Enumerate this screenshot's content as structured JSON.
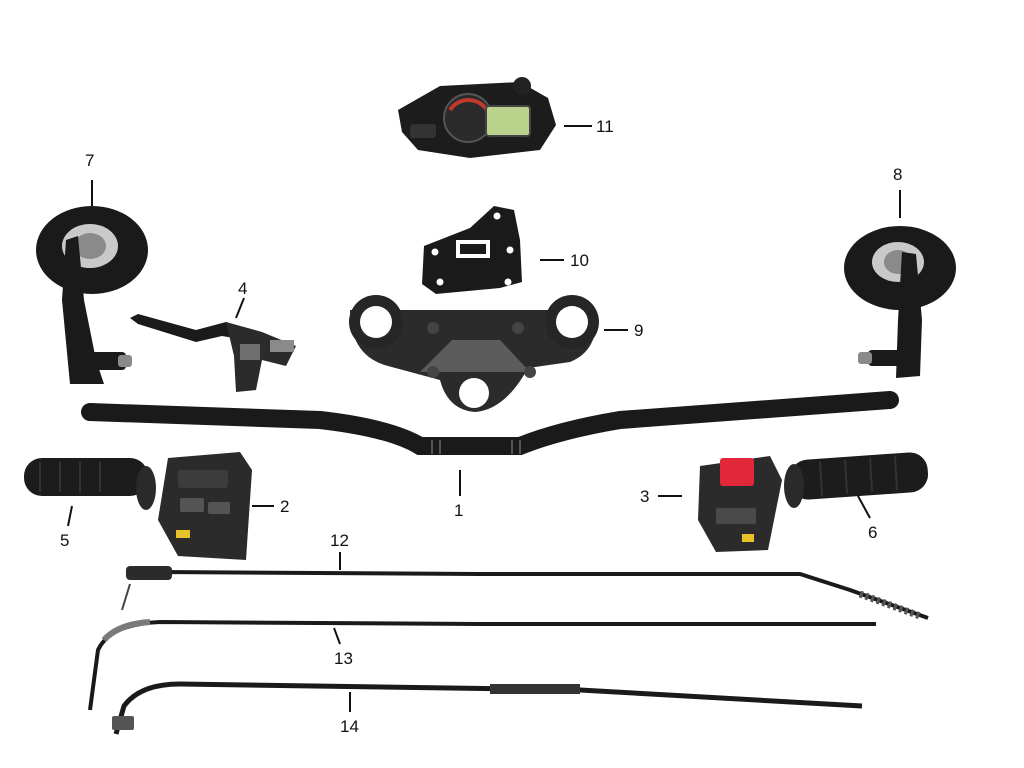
{
  "diagram": {
    "callouts": [
      {
        "id": "1",
        "label": "1"
      },
      {
        "id": "2",
        "label": "2"
      },
      {
        "id": "3",
        "label": "3"
      },
      {
        "id": "4",
        "label": "4"
      },
      {
        "id": "5",
        "label": "5"
      },
      {
        "id": "6",
        "label": "6"
      },
      {
        "id": "7",
        "label": "7"
      },
      {
        "id": "8",
        "label": "8"
      },
      {
        "id": "9",
        "label": "9"
      },
      {
        "id": "10",
        "label": "10"
      },
      {
        "id": "11",
        "label": "11"
      },
      {
        "id": "12",
        "label": "12"
      },
      {
        "id": "13",
        "label": "13"
      },
      {
        "id": "14",
        "label": "14"
      }
    ],
    "colors": {
      "part_black": "#1a1a1a",
      "part_dark": "#2b2b2b",
      "metal_grey": "#8a8a8a",
      "display_green": "#b9d28c",
      "switch_red": "#e0283a",
      "switch_yellow": "#e8c02a",
      "gauge_red": "#c0392b"
    }
  }
}
